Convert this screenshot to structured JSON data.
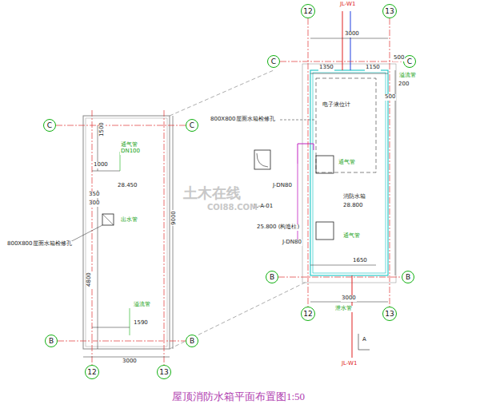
{
  "diagram": {
    "title": "屋顶消防水箱平面布置图1:50",
    "nodes": [
      {
        "text": [
          "12"
        ]
      },
      {
        "text": [
          "13"
        ]
      },
      {
        "text": [
          "C"
        ]
      },
      {
        "text": [
          "C"
        ]
      },
      {
        "text": [
          "C"
        ]
      },
      {
        "text": [
          "C"
        ]
      },
      {
        "text": [
          "B"
        ]
      },
      {
        "text": [
          "B"
        ]
      },
      {
        "text": [
          "12"
        ]
      },
      {
        "text": [
          "13"
        ]
      },
      {
        "text": [
          "B"
        ]
      },
      {
        "text": [
          "B"
        ]
      },
      {
        "text": [
          "12"
        ]
      },
      {
        "text": [
          "13"
        ]
      }
    ],
    "edges": [
      {
        "from": 0,
        "to": 8,
        "arrow": "none"
      },
      {
        "from": 1,
        "to": 9,
        "arrow": "none"
      },
      {
        "from": 2,
        "to": 3,
        "arrow": "none"
      },
      {
        "from": 6,
        "to": 7,
        "arrow": "none"
      },
      {
        "from": 4,
        "to": 5,
        "arrow": "none"
      },
      {
        "from": 10,
        "to": 11,
        "arrow": "none"
      }
    ],
    "labels": [
      "1500",
      "1000",
      "通气管",
      "DN100",
      "28.450",
      "350",
      "300",
      "出水管",
      "800X800屋面水箱检修孔",
      "4800",
      "9000",
      "溢流管",
      "1590",
      "3000",
      "JL-W1",
      "3000",
      "1350",
      "1150",
      "500",
      "溢流管",
      "200",
      "500",
      "电子液位计",
      "800X800屋面水箱检修孔",
      "通气管",
      "J-DN80",
      "JL-A-01",
      "消防水箱",
      "28.800",
      "25.800 (构造柱)",
      "J-DN80",
      "通气管",
      "1650",
      "3000",
      "泄水管",
      "JL-W1",
      "A",
      "土木在线",
      "COI88.COM"
    ]
  }
}
